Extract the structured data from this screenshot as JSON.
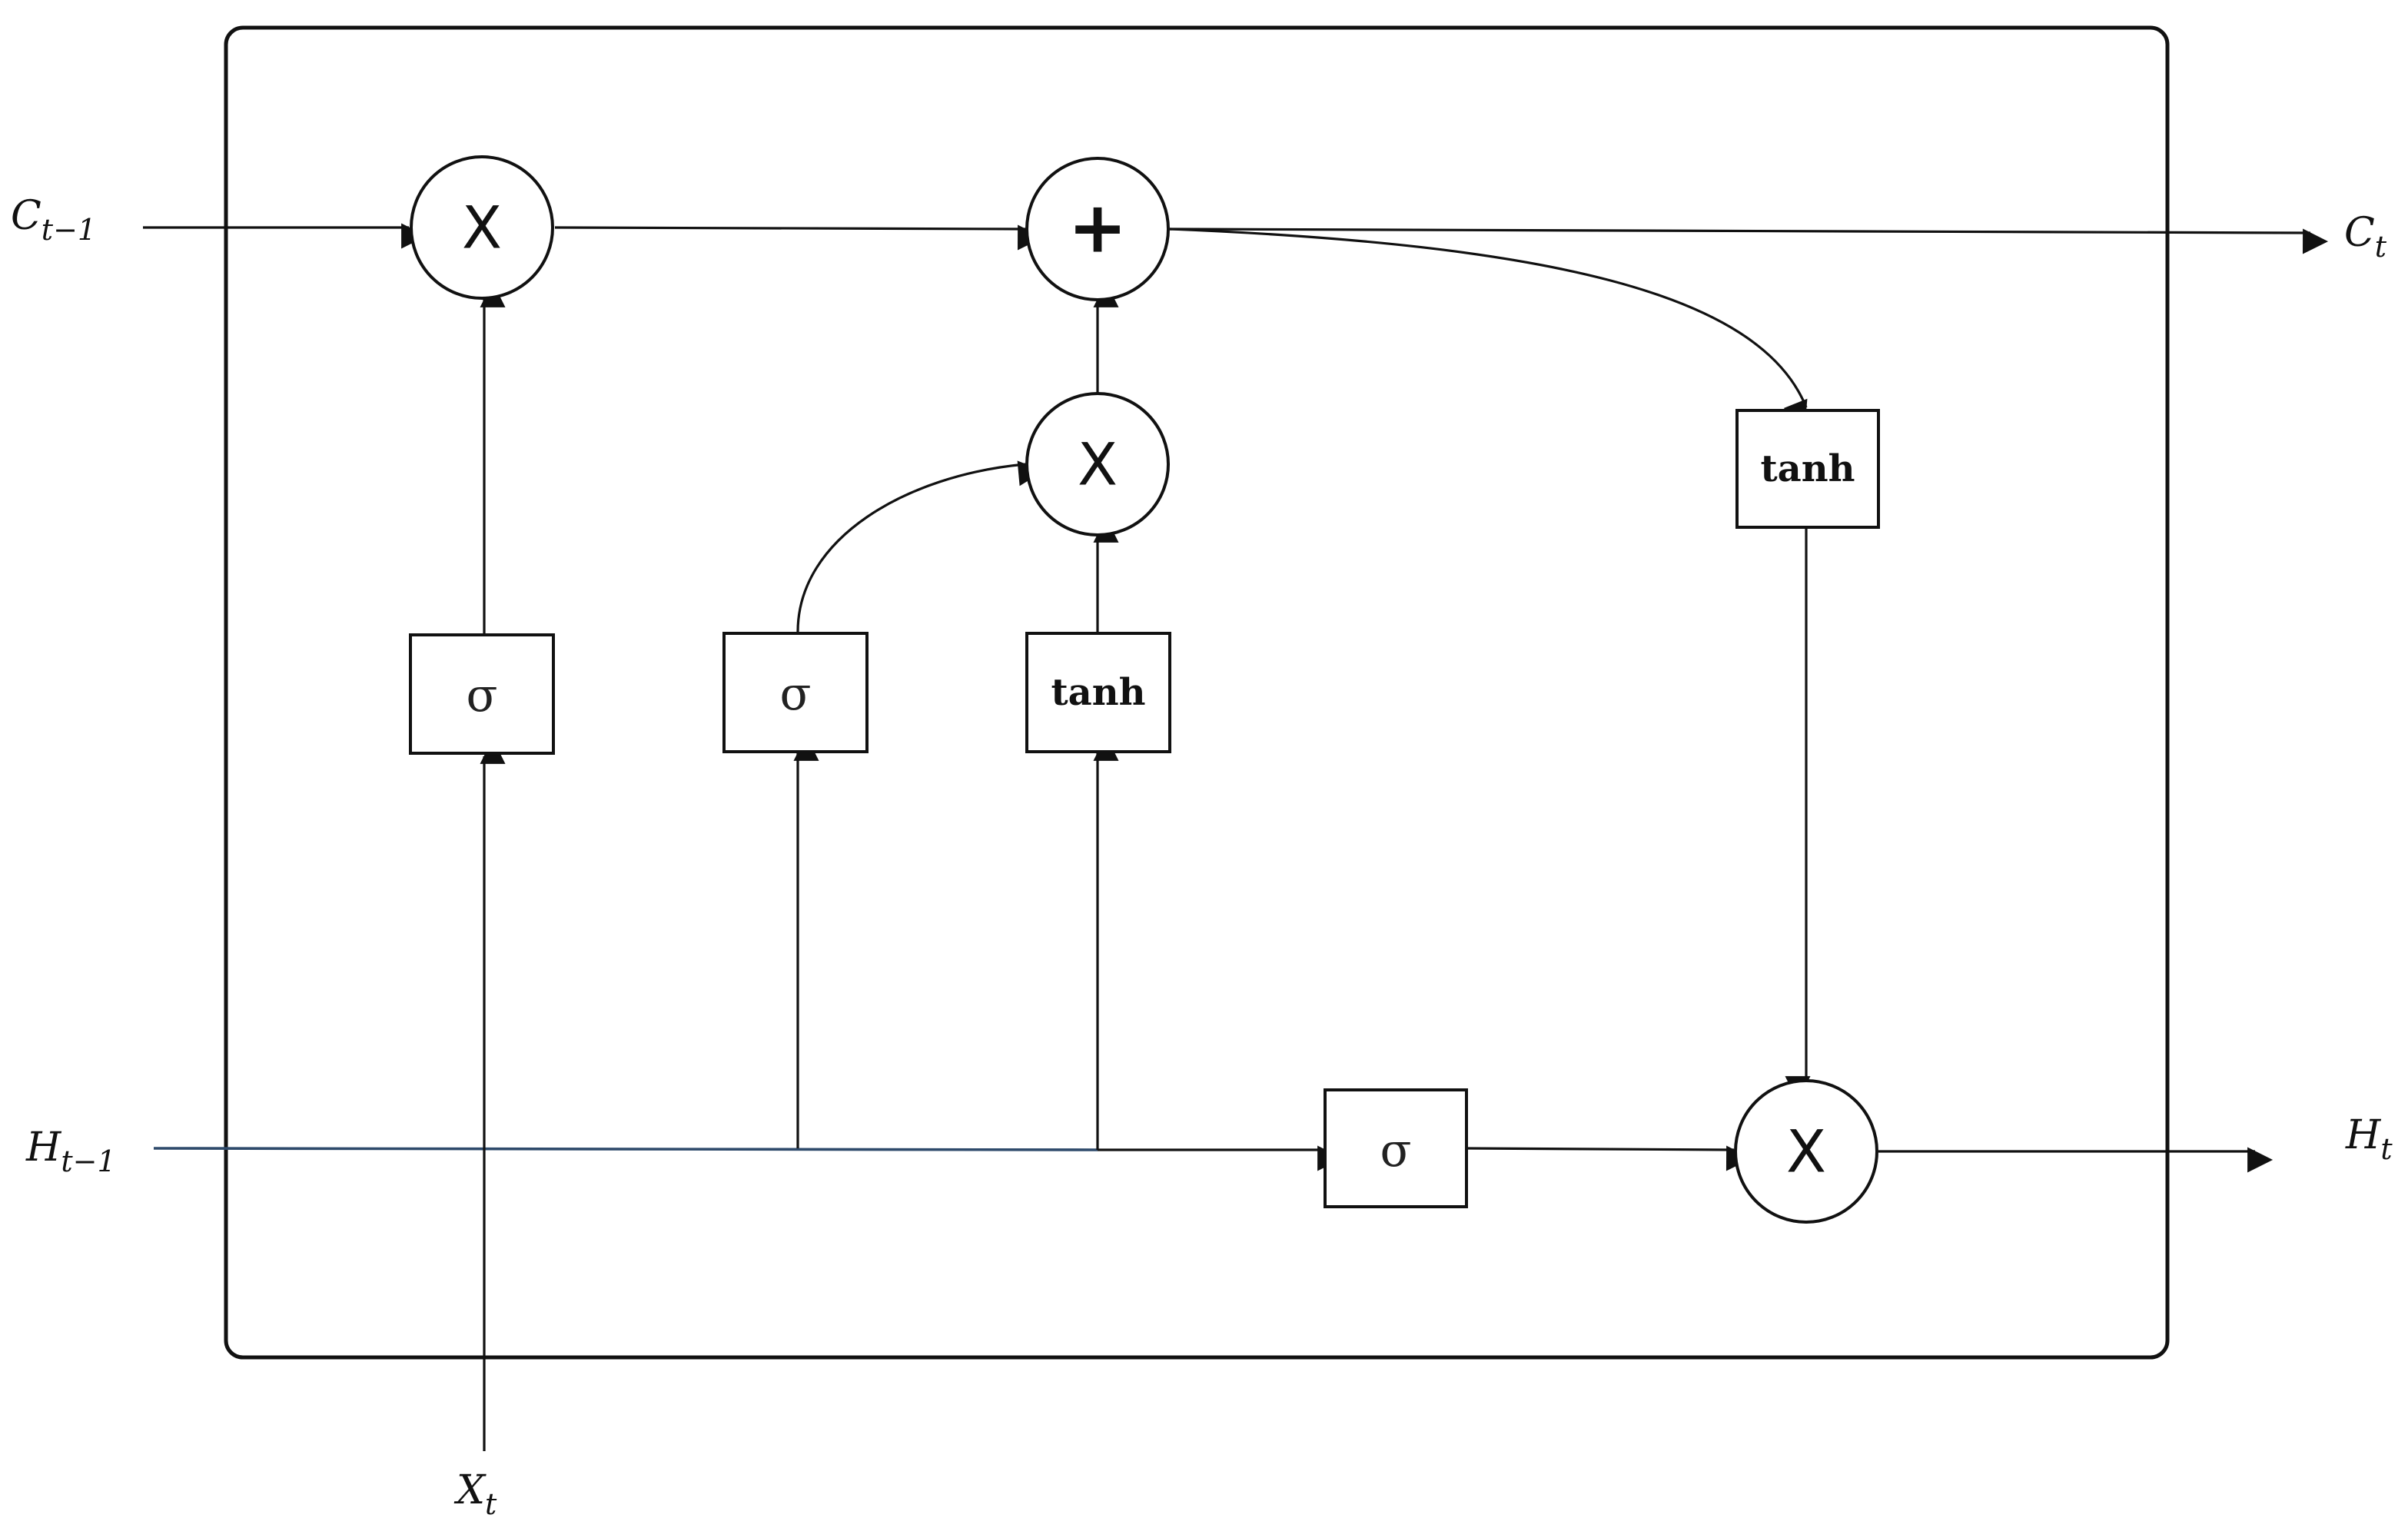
{
  "labels": {
    "c_prev": {
      "base": "C",
      "sub": "t−1"
    },
    "c_t": {
      "base": "C",
      "sub": "t"
    },
    "h_prev": {
      "base": "H",
      "sub": "t−1"
    },
    "h_t": {
      "base": "H",
      "sub": "t"
    },
    "x_t": {
      "base": "X",
      "sub": "t"
    }
  },
  "ops": {
    "forget_multiply": "X",
    "cell_add": "+",
    "input_multiply": "X",
    "output_multiply": "X"
  },
  "gates": {
    "forget_gate": "σ",
    "input_gate": "σ",
    "candidate": "tanh",
    "output_gate": "σ",
    "cell_tanh": "tanh"
  }
}
